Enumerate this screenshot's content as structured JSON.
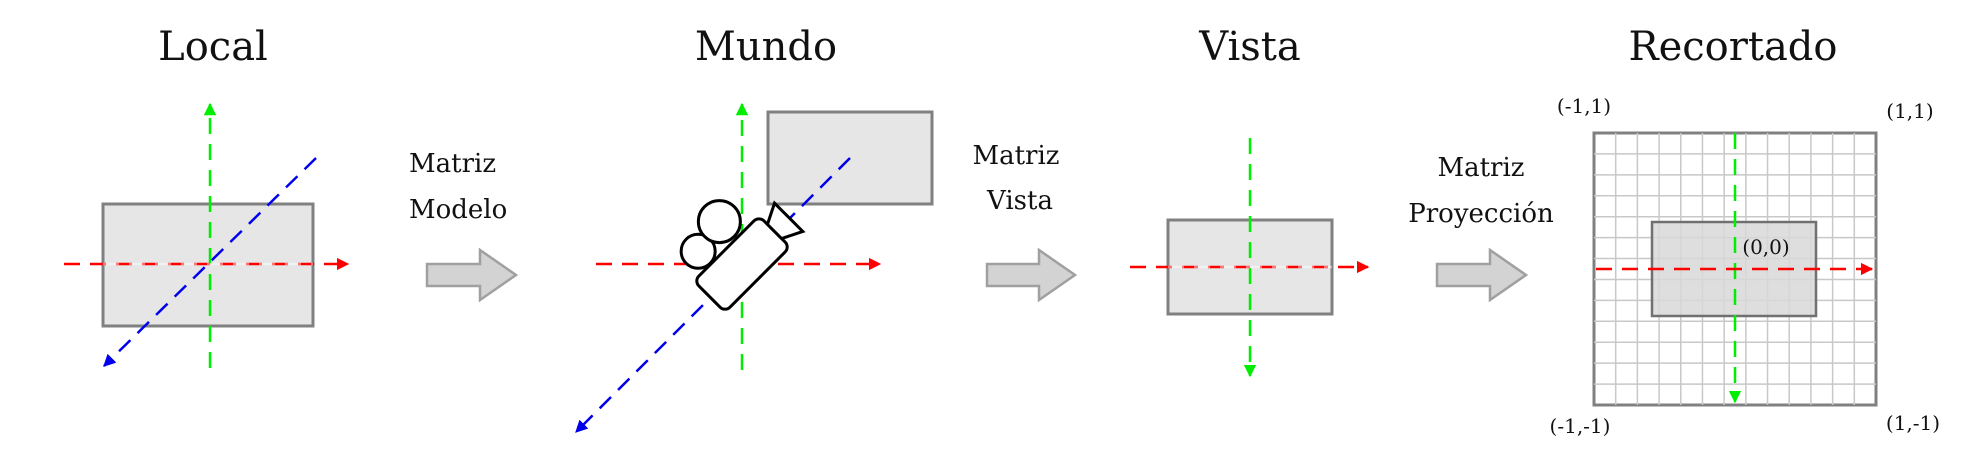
{
  "stages": [
    {
      "id": "local",
      "title": "Local"
    },
    {
      "id": "mundo",
      "title": "Mundo"
    },
    {
      "id": "vista",
      "title": "Vista"
    },
    {
      "id": "recortado",
      "title": "Recortado"
    }
  ],
  "transforms": [
    {
      "line1": "Matriz",
      "line2": "Modelo"
    },
    {
      "line1": "Matriz",
      "line2": "Vista"
    },
    {
      "line1": "Matriz",
      "line2": "Proyección"
    }
  ],
  "clip_corners": {
    "top_left": "(-1,1)",
    "top_right": "(1,1)",
    "bottom_left": "(-1,-1)",
    "bottom_right": "(1,-1)",
    "center": "(0,0)"
  },
  "colors": {
    "x_axis": "#ff0000",
    "y_axis": "#00ff00",
    "z_axis": "#0000ee",
    "box_fill": "#e6e6e6",
    "box_stroke": "#808080",
    "arrow_fill": "#d3d3d3"
  },
  "icons": {
    "camera": "video-camera-icon"
  }
}
